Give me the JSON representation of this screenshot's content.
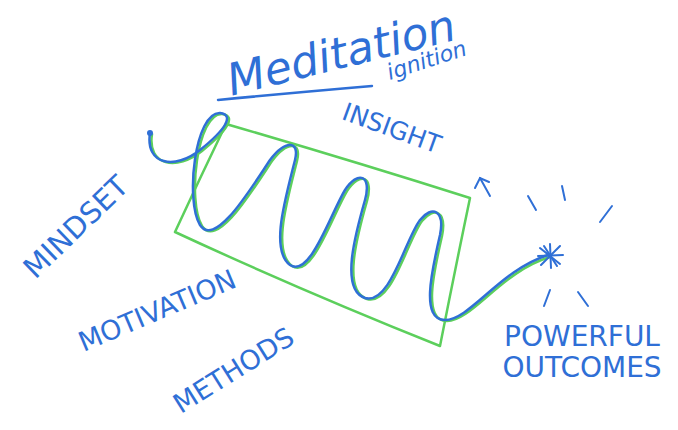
{
  "diagram": {
    "title": "Meditation",
    "labels": [
      "ignition",
      "INSIGHT",
      "MINDSET",
      "MOTIVATION",
      "METHODS",
      "POWERFUL OUTCOMES"
    ]
  }
}
